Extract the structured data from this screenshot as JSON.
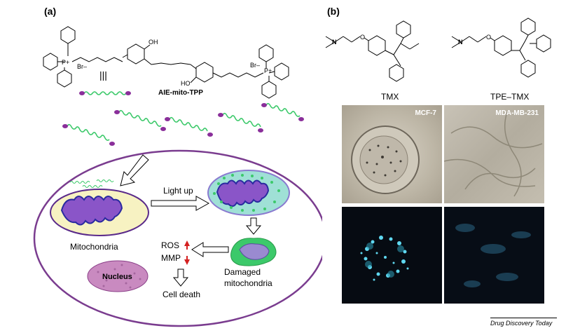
{
  "panel_a": {
    "label": "(a)",
    "bromide": "Br–",
    "bromide_right": "Br–",
    "p_plus": "P+",
    "p_plus_right": "P+",
    "oh_top": "OH",
    "oh_bottom": "HO",
    "equals_mark": "|||",
    "compound_name": "AIE-mito-TPP",
    "light_up": "Light up",
    "mitochondria": "Mitochondria",
    "ros": "ROS",
    "mmp": "MMP",
    "nucleus": "Nucleus",
    "damaged_line1": "Damaged",
    "damaged_line2": "mitochondria",
    "cell_death": "Cell death"
  },
  "panel_b": {
    "label": "(b)",
    "tmx_label": "TMX",
    "tpe_tmx_label": "TPE–TMX",
    "mcf7": "MCF-7",
    "mda": "MDA-MB-231"
  },
  "footer": {
    "journal": "Drug Discovery Today"
  },
  "colors": {
    "cell_border": "#7a3c8f",
    "mito_fill": "#8a55c8",
    "mito_halo": "#f7f2c2",
    "green_probe": "#3cc96a",
    "arrow_red": "#d42020",
    "cyan_fluor": "#5fd8f0"
  }
}
